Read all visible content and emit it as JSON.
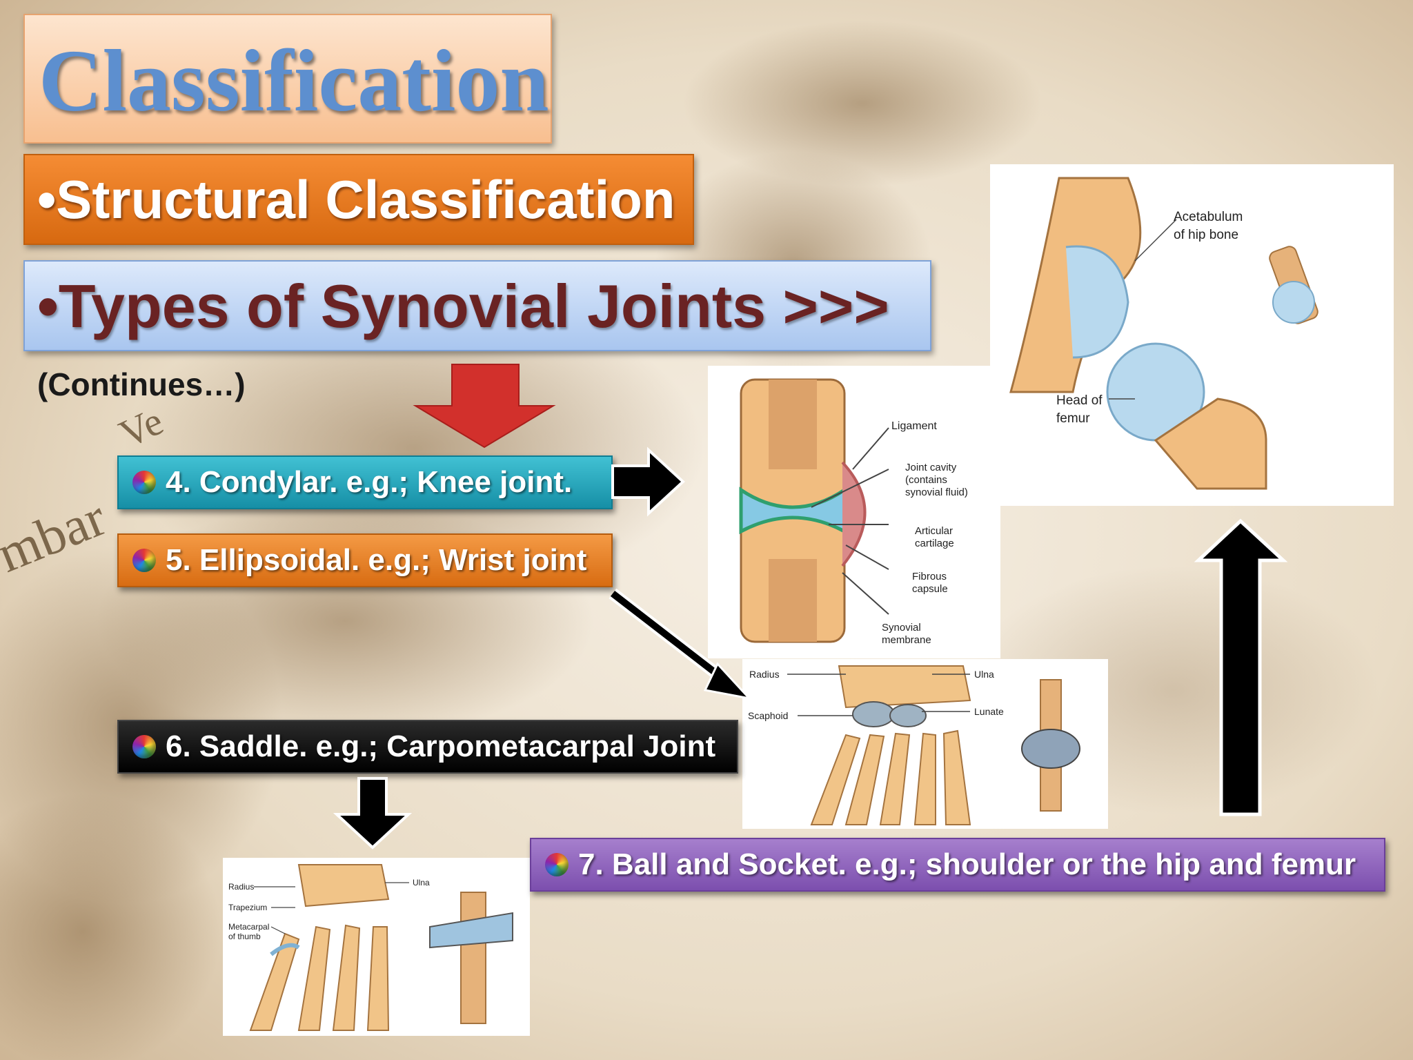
{
  "title": "Classification",
  "subtitle": "•Structural Classification",
  "section_heading": "•Types of Synovial Joints >>>",
  "note": "(Continues…)",
  "items": [
    {
      "label": "4. Condylar.  e.g.; Knee joint."
    },
    {
      "label": "5. Ellipsoidal. e.g.; Wrist joint"
    },
    {
      "label": "6. Saddle. e.g.; Carpometacarpal Joint"
    },
    {
      "label": "7. Ball and Socket. e.g.;  shoulder or the hip and femur"
    }
  ],
  "knee_diagram": {
    "labels": [
      "Ligament",
      "Joint cavity",
      "(contains",
      "synovial fluid)",
      "Articular",
      "cartilage",
      "Fibrous",
      "capsule",
      "Synovial",
      "membrane"
    ]
  },
  "wrist_diagram": {
    "labels": [
      "Radius",
      "Ulna",
      "Scaphoid",
      "Lunate"
    ]
  },
  "saddle_diagram": {
    "labels": [
      "Radius",
      "Ulna",
      "Trapezium",
      "Metacarpal",
      "of thumb"
    ]
  },
  "hip_diagram": {
    "labels": [
      "Acetabulum",
      "of hip bone",
      "Head of",
      "femur"
    ]
  },
  "background_watermark_text": [
    "mbar",
    "Ve"
  ],
  "colors": {
    "title_box": "#f8bf90",
    "title_text": "#5d8fcf",
    "subtitle_box": "#e9781c",
    "heading_box": "#bcd3f3",
    "heading_text": "#6a2323",
    "item4": "#2aa9bd",
    "item5": "#e58028",
    "item6": "#111111",
    "item7": "#8e63bd",
    "red_arrow": "#d2302c"
  }
}
